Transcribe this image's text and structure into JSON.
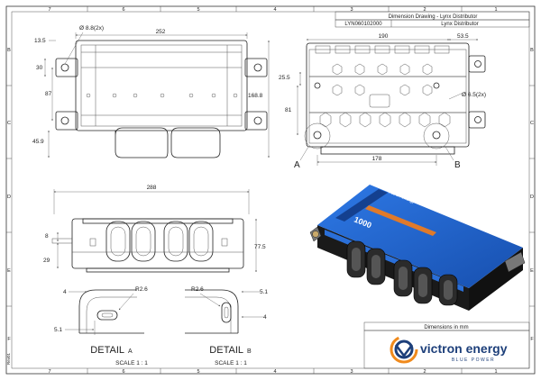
{
  "title_block": {
    "drawing_title": "Dimension Drawing - Lynx Distributor",
    "part_number": "LYN060102000",
    "product_name": "Lynx Distributor",
    "units_note": "Dimensions in mm",
    "brand": "victron energy",
    "tagline": "BLUE POWER"
  },
  "top_view": {
    "dims": [
      "252",
      "13.5",
      "Ø 8.8(2x)",
      "30",
      "87",
      "168.8",
      "45.9"
    ]
  },
  "end_view": {
    "dims": [
      "190",
      "53.5",
      "25.5",
      "81",
      "Ø 6.5(2x)",
      "178"
    ],
    "marker_a": "A",
    "marker_b": "B"
  },
  "side_view": {
    "dims": [
      "288",
      "8",
      "77.5",
      "29"
    ]
  },
  "detail_a": {
    "dims": [
      "R2.6",
      "4",
      "5.1"
    ],
    "label": "DETAIL",
    "letter": "A",
    "scale": "SCALE 1 : 1"
  },
  "detail_b": {
    "dims": [
      "R2.6",
      "5.1",
      "4"
    ],
    "label": "DETAIL",
    "letter": "B",
    "scale": "SCALE 1 : 1"
  },
  "frame": {
    "col_labels_top": [
      "7",
      "6",
      "5",
      "4",
      "3",
      "2",
      "1"
    ],
    "col_labels_bottom": [
      "7",
      "6",
      "5",
      "4",
      "3",
      "2",
      "1"
    ],
    "row_labels": [
      "B",
      "C",
      "D",
      "E",
      "F"
    ],
    "revision_note": "Rev01"
  },
  "product_photo": {
    "lid_text": "victron energy",
    "lid_model": "1000"
  },
  "colors": {
    "accent_blue": "#1f5fc9",
    "dark_blue": "#163d87",
    "orange": "#e07a2a",
    "logo_blue": "#1d3f7a",
    "logo_orange": "#f08a1c"
  }
}
